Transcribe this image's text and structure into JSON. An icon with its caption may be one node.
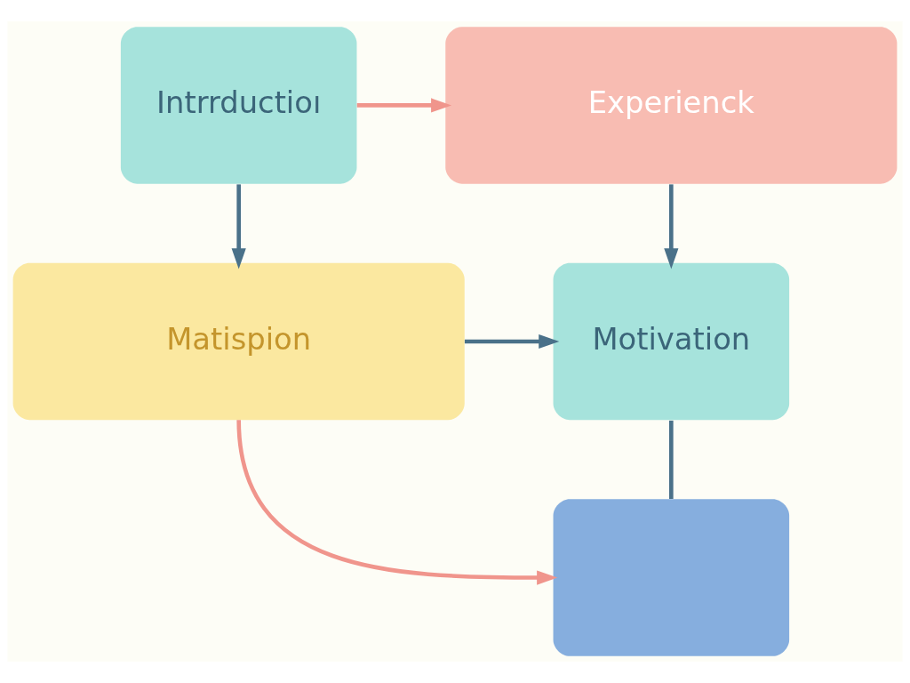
{
  "diagram": {
    "nodes": [
      {
        "text": [
          "Intrrductioı"
        ]
      },
      {
        "text": [
          "Experienck"
        ]
      },
      {
        "text": [
          "Matispion"
        ]
      },
      {
        "text": [
          "Motivation"
        ]
      },
      {
        "text": [],
        "shape": "box"
      }
    ],
    "edges": [
      {
        "from": 0,
        "to": 1,
        "arrow": "to",
        "color": "#f0958c"
      },
      {
        "from": 0,
        "to": 2,
        "arrow": "to"
      },
      {
        "from": 1,
        "to": 3,
        "arrow": "to"
      },
      {
        "from": 2,
        "to": 3,
        "arrow": "to"
      },
      {
        "from": 3,
        "to": 4,
        "arrow": "none"
      },
      {
        "from": 2,
        "to": 4,
        "arrow": "to",
        "color": "#f0958c"
      }
    ]
  }
}
